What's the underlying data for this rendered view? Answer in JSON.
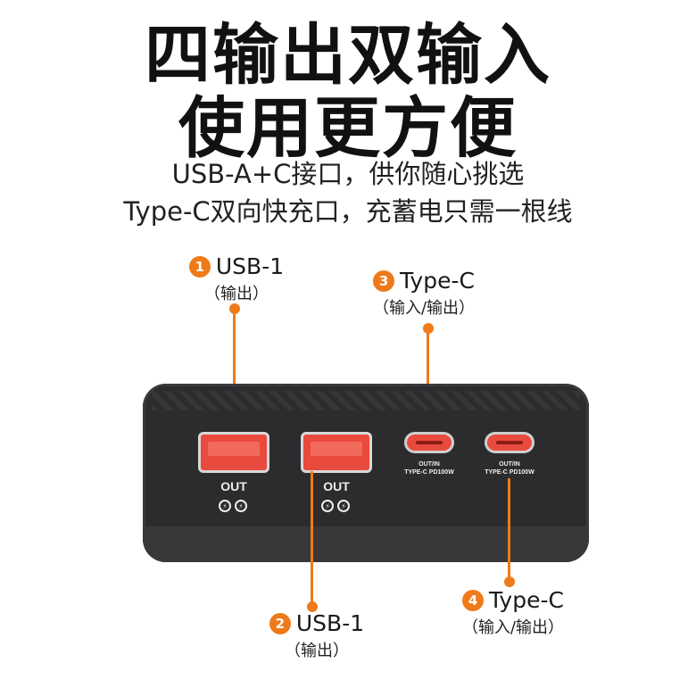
{
  "headline": {
    "line1": "四输出双输入",
    "line2": "使用更方便"
  },
  "subtitle": {
    "line1": "USB-A+C接口，供你随心挑选",
    "line2": "Type-C双向快充口，充蓄电只需一根线"
  },
  "callouts": [
    {
      "num": "1",
      "name": "USB-1",
      "note": "（输出）"
    },
    {
      "num": "2",
      "name": "USB-1",
      "note": "（输出）"
    },
    {
      "num": "3",
      "name": "Type-C",
      "note": "（输入/输出）"
    },
    {
      "num": "4",
      "name": "Type-C",
      "note": "（输入/输出）"
    }
  ],
  "ports": {
    "usba1": {
      "label": "OUT"
    },
    "usba2": {
      "label": "OUT"
    },
    "usbc1": {
      "line1": "OUT/IN",
      "line2": "TYPE-C PD100W"
    },
    "usbc2": {
      "line1": "OUT/IN",
      "line2": "TYPE-C PD100W"
    }
  },
  "colors": {
    "accent": "#ee7a1a",
    "device": "#2c2c2e",
    "port": "#e94a3e"
  },
  "icons": [
    "fast-charge-icon",
    "fast-charge-icon"
  ]
}
